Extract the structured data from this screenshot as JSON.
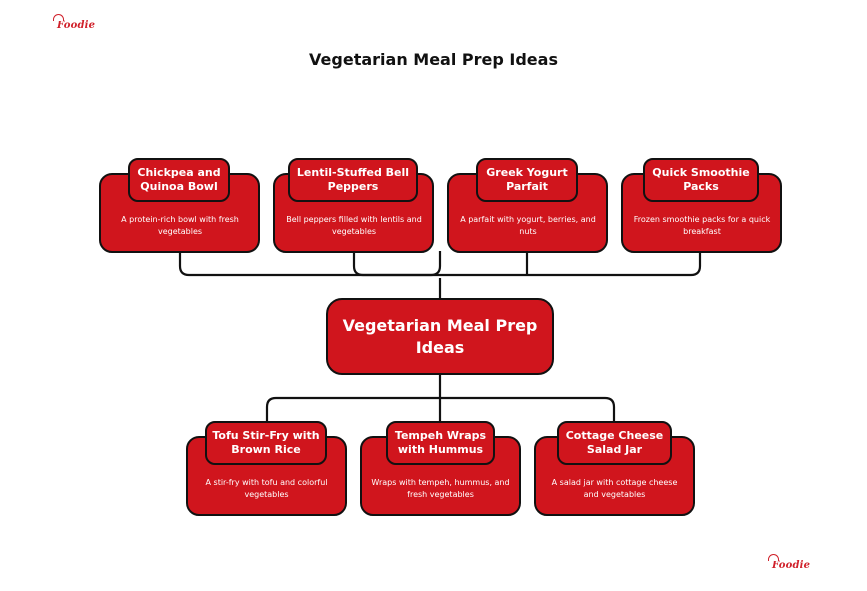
{
  "brand": {
    "logo_text": "Foodie"
  },
  "title": "Vegetarian Meal Prep Ideas",
  "center": {
    "label": "Vegetarian Meal Prep Ideas"
  },
  "top_ideas": [
    {
      "title": "Chickpea and Quinoa Bowl",
      "desc": "A protein-rich bowl with fresh vegetables"
    },
    {
      "title": "Lentil-Stuffed Bell Peppers",
      "desc": "Bell peppers filled with lentils and vegetables"
    },
    {
      "title": "Greek Yogurt Parfait",
      "desc": "A parfait with yogurt, berries, and nuts"
    },
    {
      "title": "Quick Smoothie Packs",
      "desc": "Frozen smoothie packs for a quick breakfast"
    }
  ],
  "bottom_ideas": [
    {
      "title": "Tofu Stir-Fry with Brown Rice",
      "desc": "A stir-fry with tofu and colorful vegetables"
    },
    {
      "title": "Tempeh Wraps with Hummus",
      "desc": "Wraps with tempeh, hummus, and fresh vegetables"
    },
    {
      "title": "Cottage Cheese Salad Jar",
      "desc": "A salad jar with cottage cheese and vegetables"
    }
  ],
  "colors": {
    "node_fill": "#d0151d",
    "outline": "#111111",
    "logo": "#d0202a"
  }
}
